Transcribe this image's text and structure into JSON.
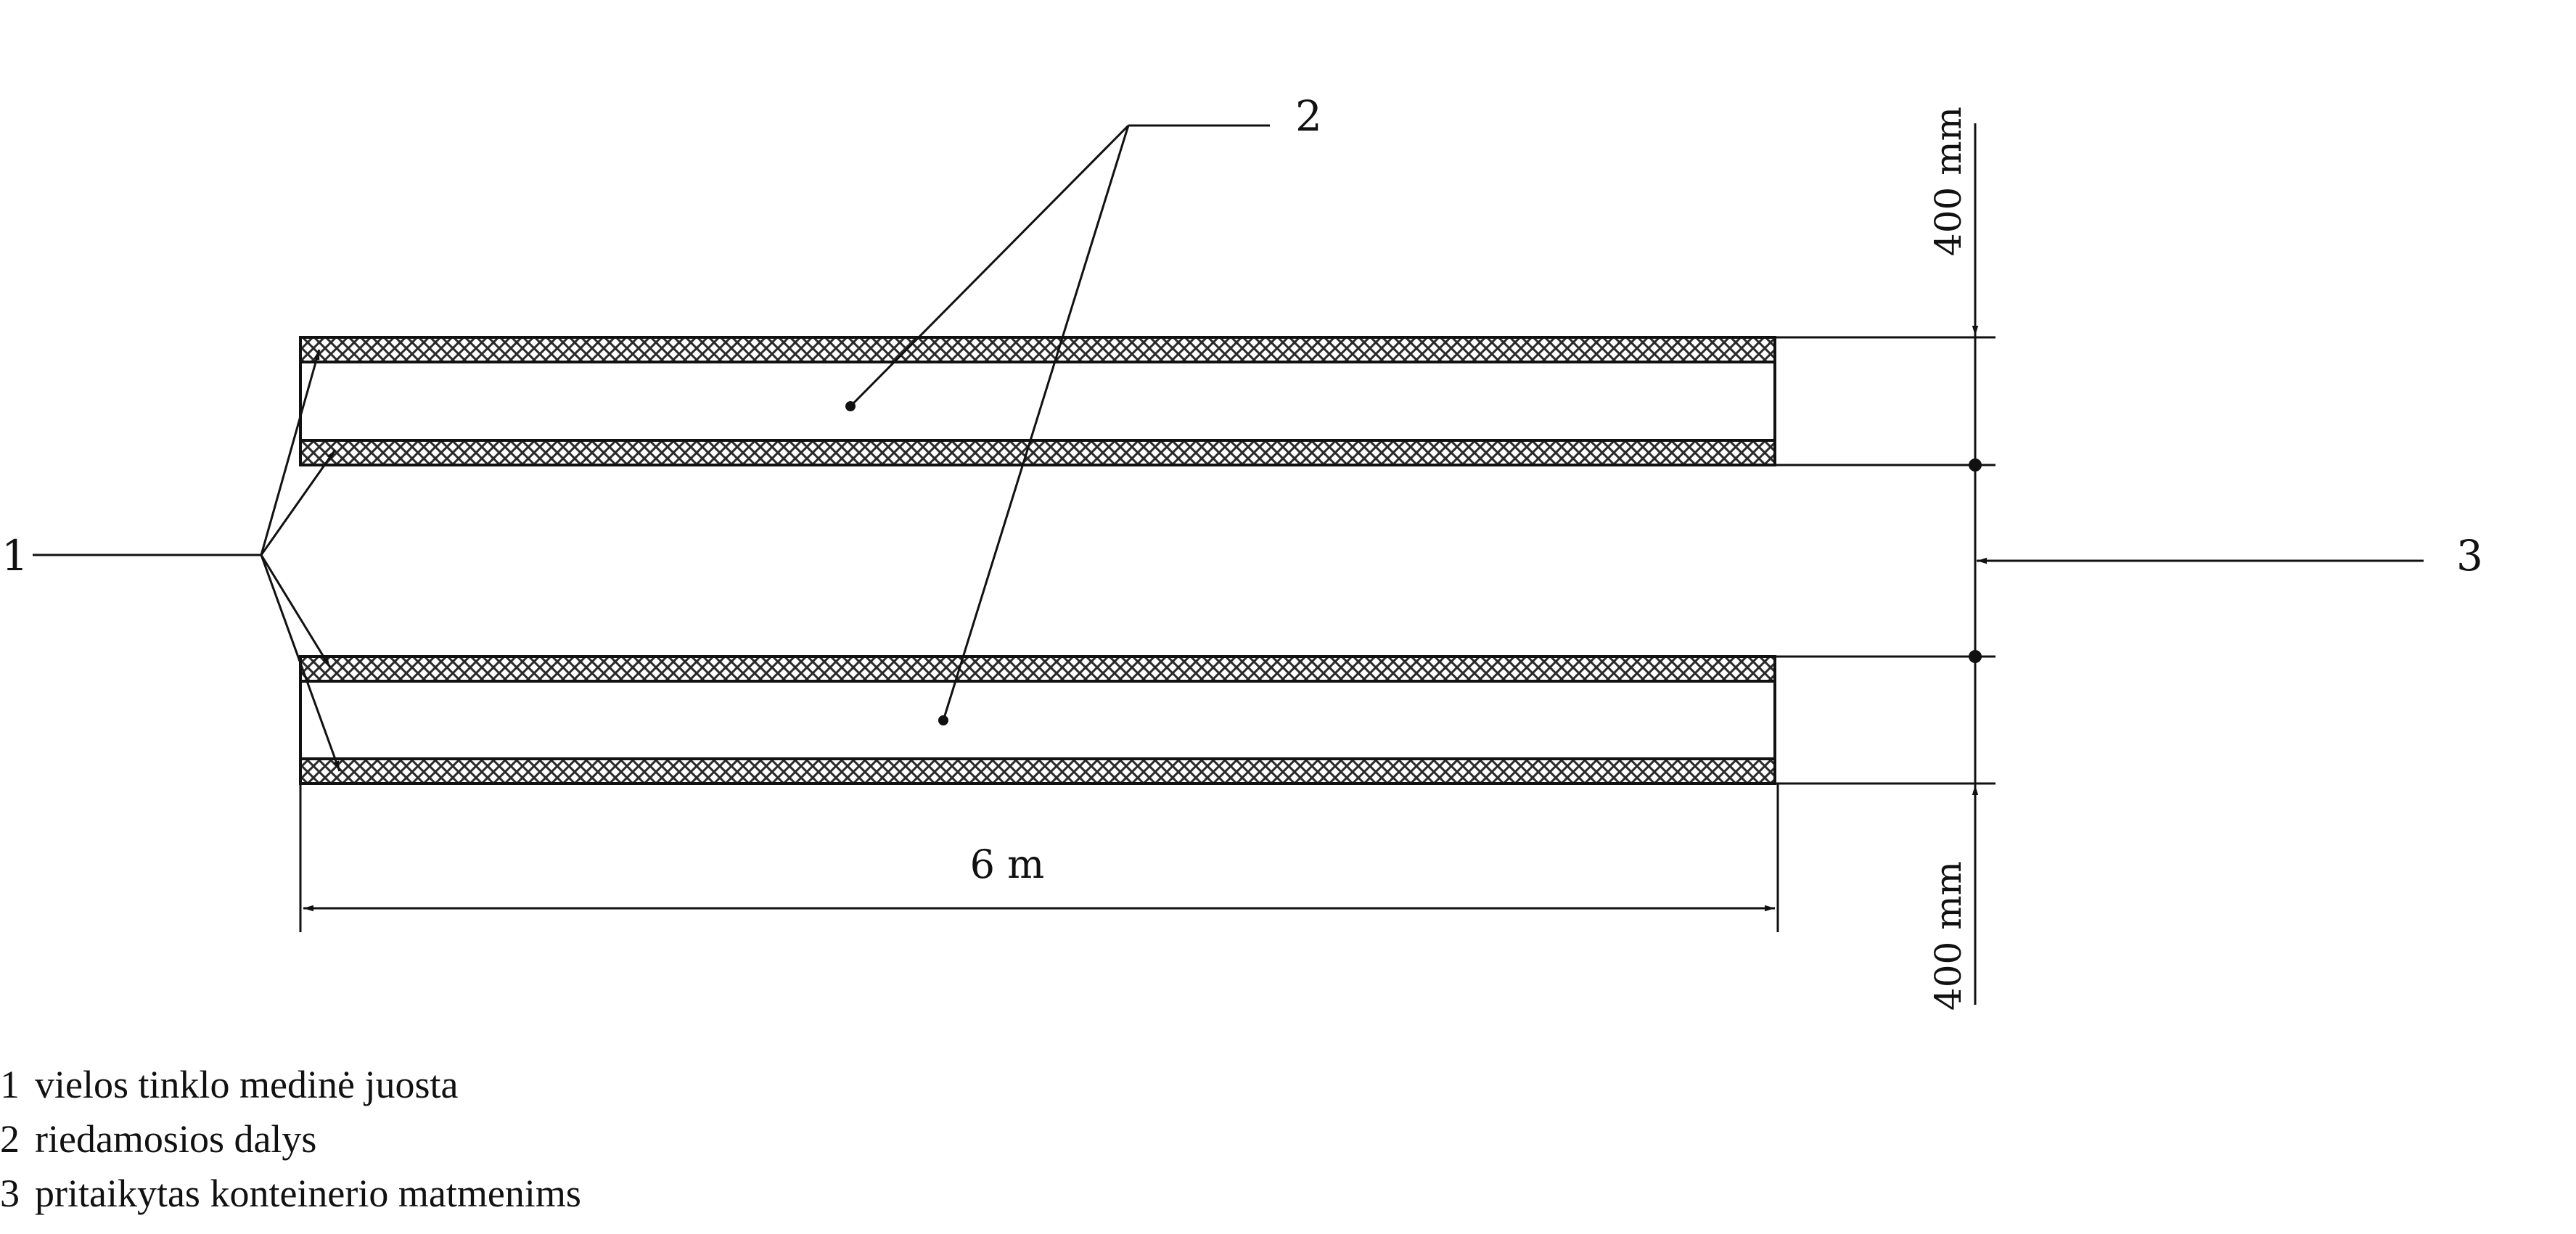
{
  "callouts": {
    "c1": "1",
    "c2": "2",
    "c3": "3"
  },
  "dimensions": {
    "length": "6 m",
    "top_offset": "400 mm",
    "bottom_offset": "400 mm"
  },
  "legend": [
    {
      "num": "1",
      "text": "vielos tinklo medinė juosta"
    },
    {
      "num": "2",
      "text": "riedamosios dalys"
    },
    {
      "num": "3",
      "text": "pritaikytas konteinerio matmenims"
    }
  ],
  "colors": {
    "ink": "#111111",
    "mesh": "#2a2a2a"
  }
}
